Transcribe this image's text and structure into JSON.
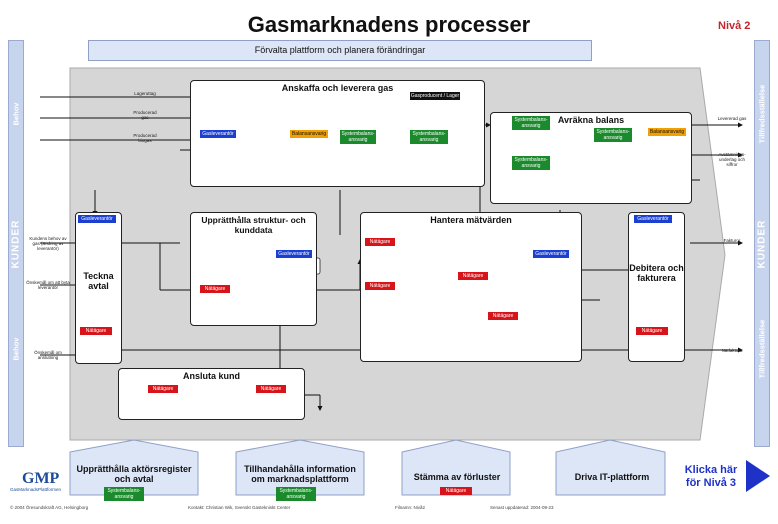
{
  "header": {
    "title": "Gasmarknadens processer",
    "level": "Nivå 2",
    "top_panel": "Förvalta plattform och planera förändringar"
  },
  "sidebars": {
    "left": {
      "top": "Behov",
      "middle": "KUNDER",
      "bottom": "Behov"
    },
    "right": {
      "top": "Tillfredsställelse",
      "middle": "KUNDER",
      "bottom": "Tillfredsställelse"
    }
  },
  "processes": {
    "anskaffa": "Anskaffa och leverera gas",
    "avrakna": "Avräkna balans",
    "uppratthalla": "Upprätthålla struktur- och kunddata",
    "hantera": "Hantera mätvärden",
    "teckna": "Teckna avtal",
    "debitera": "Debitera och fakturera",
    "ansluta": "Ansluta kund"
  },
  "roles": {
    "gasleverantor": "Gasleverantör",
    "natagare": "Nätägare",
    "balansansvarig": "Balansansvarig",
    "systembalansansvarig": "Systembalans-ansvarig",
    "gasproducent": "Gasproducent / Lager"
  },
  "edge_labels": {
    "left": {
      "lagerutlag": "Lageruttag",
      "producerad_gas": "Producerad gas",
      "producerad_biogas": "Producerad biogas",
      "kundens_behov": "Kundens behov av gas (ändring av leverantör)",
      "onskemal": "Önskemål om att byta leverantör",
      "onskemal_anslut": "Önskemål om anslutning"
    },
    "right": {
      "levererad_gas": "Levererad gas",
      "avstamningsunderlag": "Avstämnings-underlag och siffror",
      "fakturor": "Fakturor",
      "natfaktura": "Nätfaktura"
    }
  },
  "bottom": {
    "b1": "Upprätthålla aktörsregister och avtal",
    "b2": "Tillhandahålla information om marknadsplattform",
    "b3": "Stämma av förluster",
    "b4": "Driva IT-plattform",
    "b1_role": "Systembalans-ansvarig",
    "b2_role": "Systembalans-ansvarig",
    "b3_role": "Nätägare"
  },
  "nav": {
    "click_line1": "Klicka här",
    "click_line2": "för Nivå 3"
  },
  "logo": {
    "name": "GMP",
    "sub": "GasMarknadsPlattformen"
  },
  "footer": {
    "copyright": "© 2004 Öresundskraft AG, Helsingborg",
    "contact": "Kontakt: Christian Wik, Svenskt Gastekniskt Center",
    "file": "Filnamn: Nivå2",
    "updated": "Senast uppdaterad: 2004-09-23"
  }
}
